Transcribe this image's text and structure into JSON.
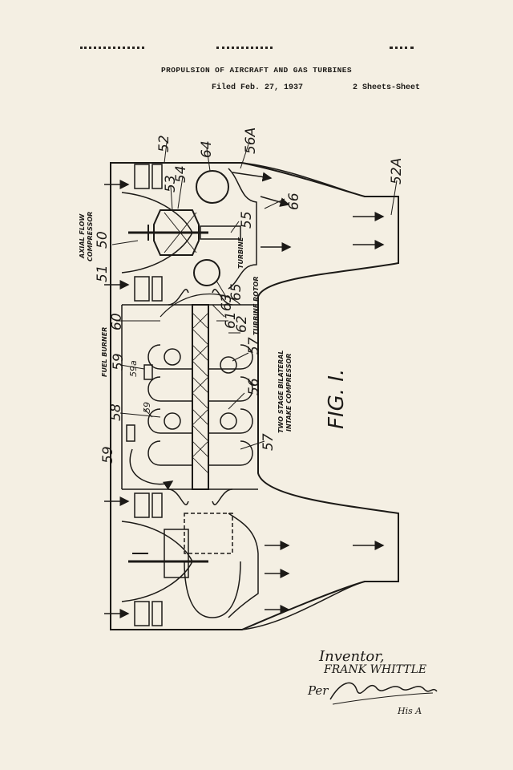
{
  "header": {
    "title": "PROPULSION OF AIRCRAFT AND GAS TURBINES",
    "filed": "Filed Feb. 27, 1937",
    "sheets": "2 Sheets-Sheet"
  },
  "figure": {
    "label": "FIG. I.",
    "side_labels": {
      "axial_flow": "AXIAL FLOW",
      "compressor": "COMPRESSOR",
      "fuel_burner": "FUEL BURNER",
      "two_stage": "TWO STAGE BILATERAL",
      "intake": "INTAKE COMPRESSOR",
      "turbine": "TURBINE",
      "turbine_rotor": "TURBINE ROTOR"
    },
    "numerals": {
      "n52": "52",
      "n64": "64",
      "n56a": "56A",
      "n53": "53",
      "n54": "54",
      "n66": "66",
      "n52a": "52A",
      "n50": "50",
      "n55": "55",
      "n51": "51",
      "n65": "65",
      "n63": "63",
      "n60": "60",
      "n61": "61",
      "n62": "62",
      "n59": "59",
      "n59a": "59a",
      "n57": "57",
      "n56": "56",
      "n58": "58",
      "n59b": "59",
      "n57b": "57",
      "n59c": "59"
    }
  },
  "signature": {
    "inventor_label": "Inventor,",
    "inventor_name": "FRANK WHITTLE",
    "per": "Per",
    "attorney_suffix": "His A"
  },
  "colors": {
    "paper": "#f4efe3",
    "ink": "#1c1a17"
  }
}
